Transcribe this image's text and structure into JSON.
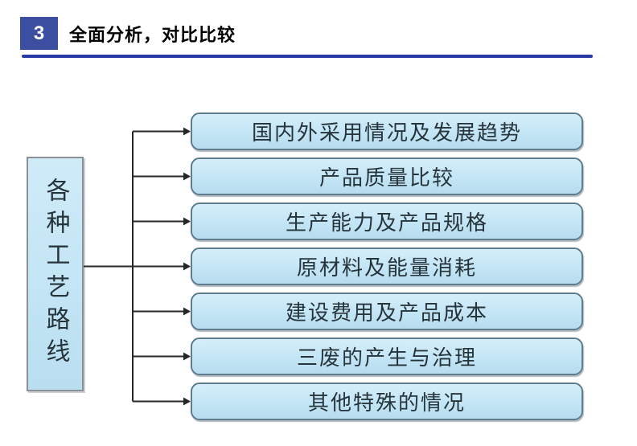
{
  "header": {
    "badge_number": "3",
    "title": "全面分析，对比比较"
  },
  "diagram": {
    "root_label": "各种工艺路线",
    "branches": [
      {
        "label": "国内外采用情况及发展趋势"
      },
      {
        "label": "产品质量比较"
      },
      {
        "label": "生产能力及产品规格"
      },
      {
        "label": "原材料及能量消耗"
      },
      {
        "label": "建设费用及产品成本"
      },
      {
        "label": "三废的产生与治理"
      },
      {
        "label": "其他特殊的情况"
      }
    ]
  },
  "colors": {
    "badge_bg": "#3B4EA0",
    "rule": "#2939A3",
    "node_fill": "#C3E5F5",
    "node_border": "#5E7D8E",
    "root_border": "#8A9096",
    "connector": "#272727",
    "text_color": "#26343C",
    "title_color": "#000000"
  }
}
